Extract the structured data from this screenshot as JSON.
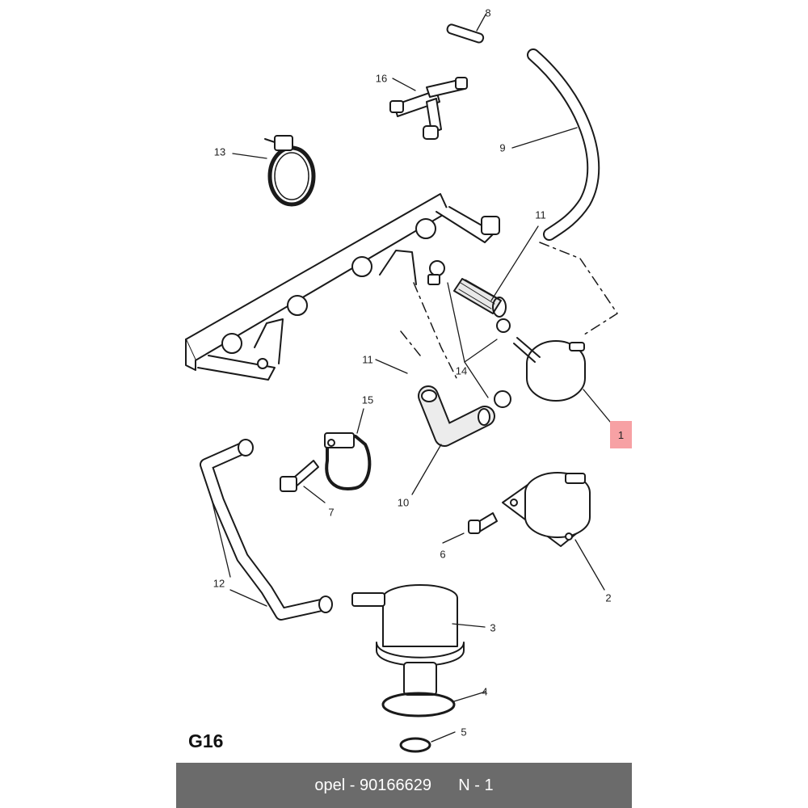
{
  "callouts": {
    "c1": "1",
    "c2": "2",
    "c3": "3",
    "c4": "4",
    "c5": "5",
    "c6": "6",
    "c7": "7",
    "c8": "8",
    "c9": "9",
    "c10": "10",
    "c11a": "11",
    "c11b": "11",
    "c12": "12",
    "c13": "13",
    "c14": "14",
    "c15": "15",
    "c16": "16"
  },
  "highlight_color": "#f7a1a4",
  "section_code": "G16",
  "footer": {
    "brand": "opel",
    "separator": " - ",
    "part_number": "90166629",
    "quantity": "N - 1",
    "background_color": "#6b6b6b"
  }
}
